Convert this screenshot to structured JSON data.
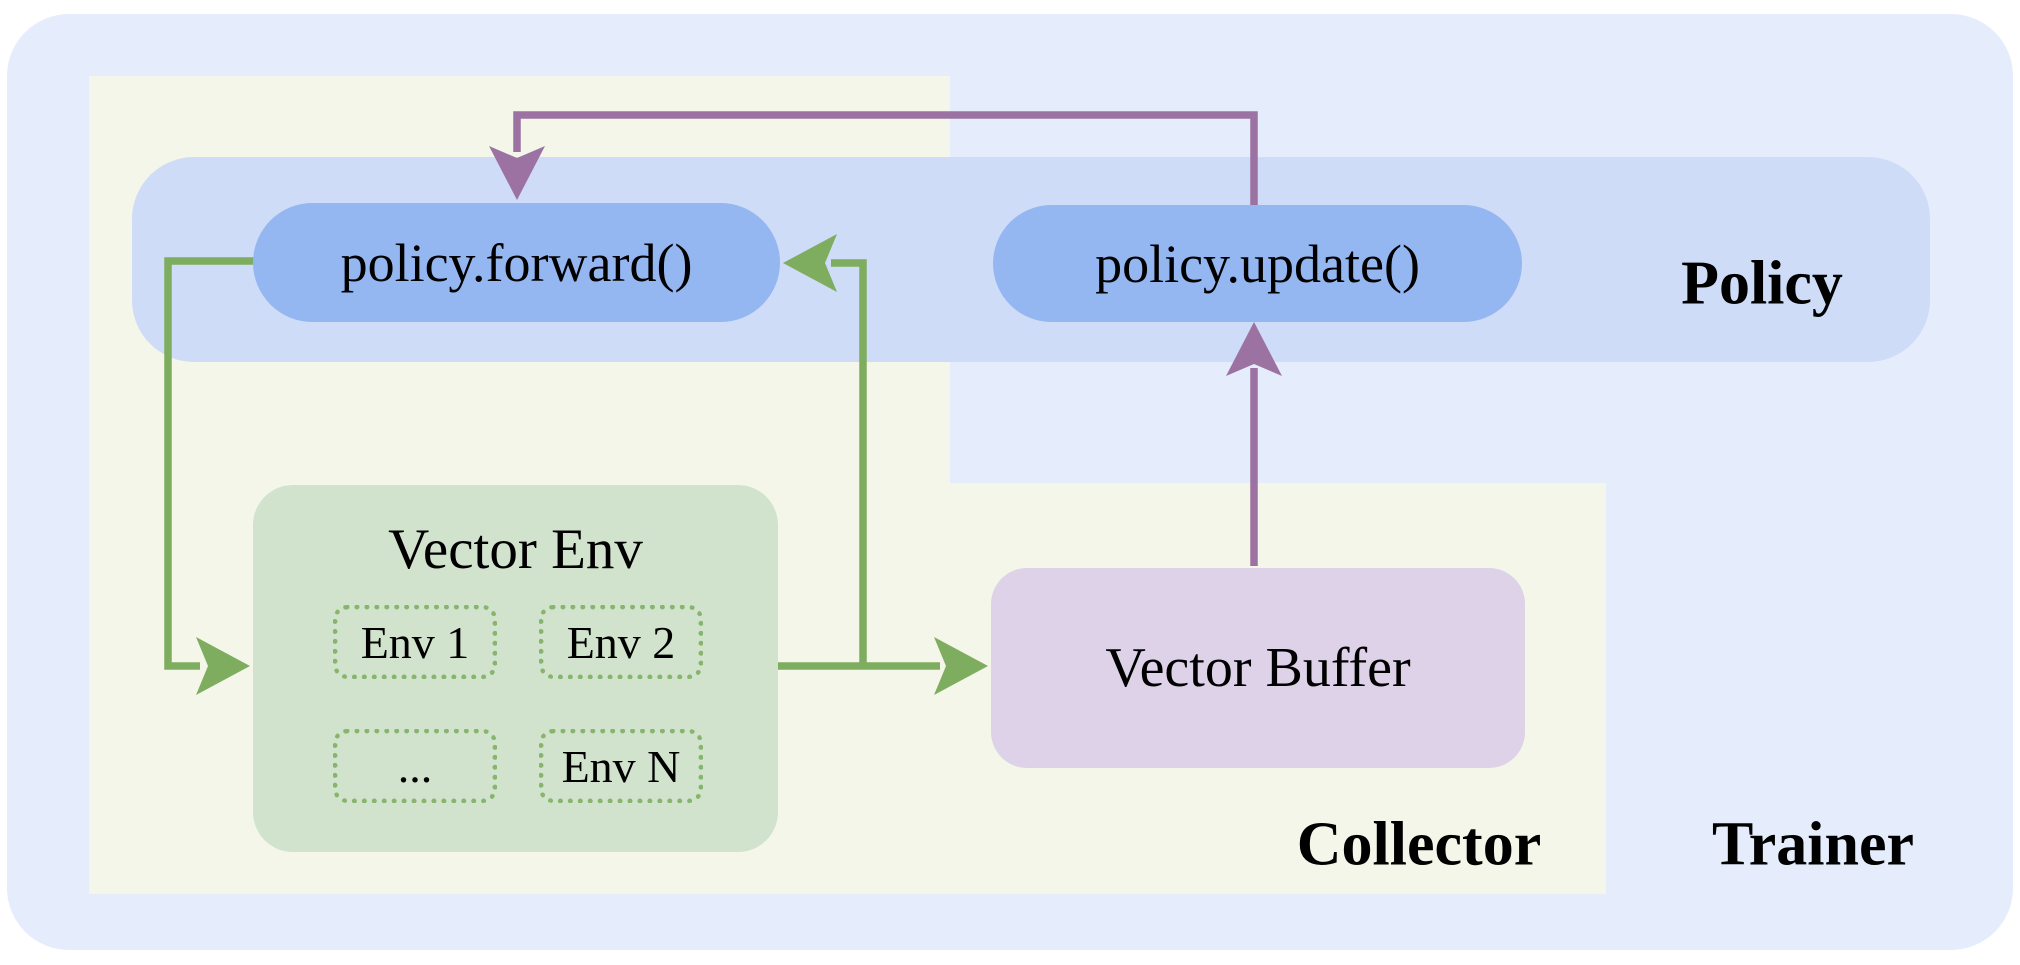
{
  "figure": {
    "regions": {
      "trainer": {
        "label": "Trainer"
      },
      "collector": {
        "label": "Collector"
      },
      "policy": {
        "label": "Policy"
      }
    },
    "nodes": {
      "policy_forward": {
        "label": "policy.forward()"
      },
      "policy_update": {
        "label": "policy.update()"
      },
      "vector_env": {
        "title": "Vector Env",
        "envs": [
          "Env 1",
          "Env 2",
          "...",
          "Env N"
        ]
      },
      "vector_buffer": {
        "label": "Vector Buffer"
      }
    },
    "colors": {
      "canvas-bg": "#ffffff",
      "trainer-bg": "#e5ecfb",
      "collector-bg": "#f3f6e9",
      "policy-band-bg": "#cedcf7",
      "pill-bg": "#94b6f1",
      "vector-env-bg": "#d1e3cd",
      "env-slot-border": "#87b56d",
      "vector-buffer-bg": "#ded2e8",
      "arrow-green": "#7ead5f",
      "arrow-purple": "#9b72a2",
      "text": "#000000"
    }
  }
}
